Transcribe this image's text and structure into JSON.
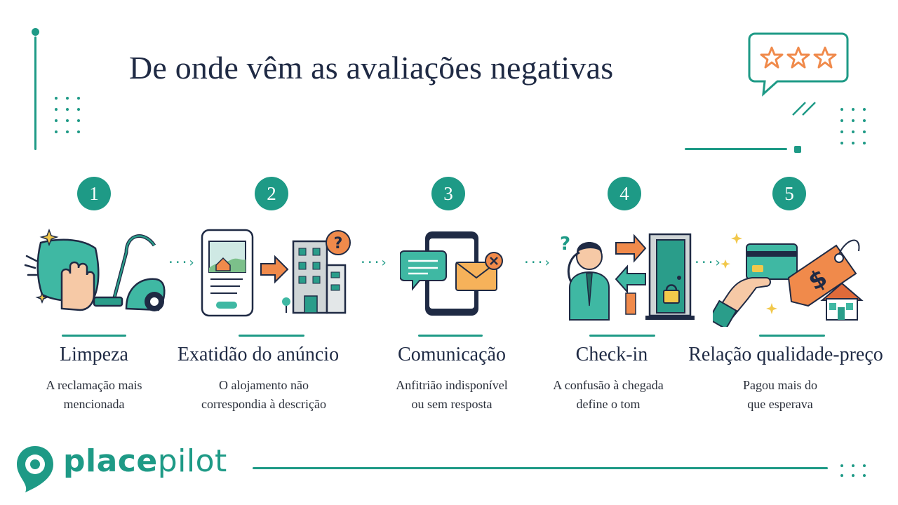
{
  "title": "De onde vêm as avaliações negativas",
  "colors": {
    "accent": "#1e9a86",
    "text": "#1f2a44",
    "orange": "#f08a4b"
  },
  "rating_icon": "three-star-speech-bubble-icon",
  "steps": [
    {
      "number": "1",
      "title": "Limpeza",
      "desc_line1": "A reclamação mais",
      "desc_line2": "mencionada",
      "icon": "cleaning-cloth-vacuum-icon"
    },
    {
      "number": "2",
      "title": "Exatidão do anúncio",
      "desc_line1": "O alojamento não",
      "desc_line2": "correspondia à descrição",
      "icon": "listing-vs-building-icon"
    },
    {
      "number": "3",
      "title": "Comunicação",
      "desc_line1": "Anfitrião indisponível",
      "desc_line2": "ou sem resposta",
      "icon": "phone-message-icon"
    },
    {
      "number": "4",
      "title": "Check-in",
      "desc_line1": "A confusão à chegada",
      "desc_line2": "define o tom",
      "icon": "confused-guest-door-icon"
    },
    {
      "number": "5",
      "title": "Relação qualidade-preço",
      "desc_line1": "Pagou mais do",
      "desc_line2": "que esperava",
      "icon": "card-price-tag-house-icon"
    }
  ],
  "logo": {
    "part1": "place",
    "part2": "pilot",
    "icon": "location-pin-logo-icon"
  }
}
